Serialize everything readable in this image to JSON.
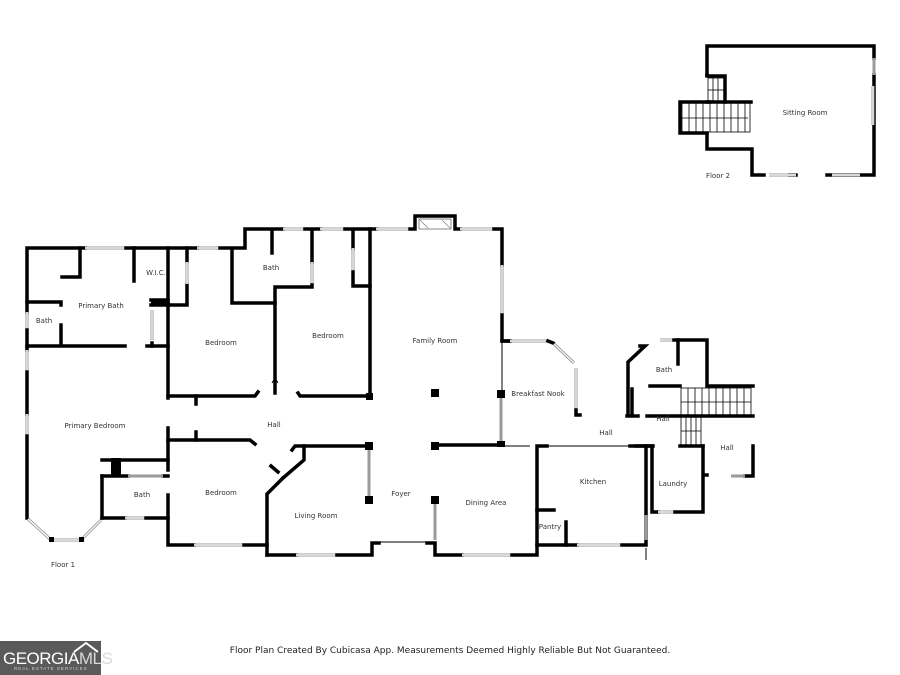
{
  "floor_plan": {
    "floors": [
      {
        "label": "Floor 1",
        "rooms": [
          {
            "name": "Primary Bath"
          },
          {
            "name": "W.I.C."
          },
          {
            "name": "Bath",
            "location": "left of primary bath"
          },
          {
            "name": "Primary Bedroom"
          },
          {
            "name": "Bath",
            "location": "below primary bedroom closet"
          },
          {
            "name": "Bedroom",
            "location": "upper middle left"
          },
          {
            "name": "Bath",
            "location": "between upper bedrooms"
          },
          {
            "name": "Bedroom",
            "location": "upper middle"
          },
          {
            "name": "Hall",
            "location": "center left"
          },
          {
            "name": "Bedroom",
            "location": "lower middle left"
          },
          {
            "name": "Living Room"
          },
          {
            "name": "Family Room"
          },
          {
            "name": "Foyer"
          },
          {
            "name": "Dining Area"
          },
          {
            "name": "Breakfast Nook"
          },
          {
            "name": "Hall",
            "location": "behind kitchen"
          },
          {
            "name": "Kitchen"
          },
          {
            "name": "Pantry"
          },
          {
            "name": "Bath",
            "location": "right wing"
          },
          {
            "name": "Hall",
            "location": "right wing stair"
          },
          {
            "name": "Hall",
            "location": "right wing outer"
          },
          {
            "name": "Laundry"
          }
        ]
      },
      {
        "label": "Floor 2",
        "rooms": [
          {
            "name": "Sitting Room"
          }
        ]
      }
    ]
  },
  "labels": {
    "primary_bath": "Primary Bath",
    "wic": "W.I.C.",
    "bath_left": "Bath",
    "primary_bedroom": "Primary Bedroom",
    "bath_lower": "Bath",
    "bedroom_1": "Bedroom",
    "bath_mid": "Bath",
    "bedroom_2": "Bedroom",
    "hall_center": "Hall",
    "bedroom_3": "Bedroom",
    "living_room": "Living Room",
    "family_room": "Family Room",
    "foyer": "Foyer",
    "dining_area": "Dining Area",
    "breakfast_nook": "Breakfast Nook",
    "hall_kitchen": "Hall",
    "kitchen": "Kitchen",
    "pantry": "Pantry",
    "bath_right": "Bath",
    "hall_stair": "Hall",
    "hall_outer": "Hall",
    "laundry": "Laundry",
    "sitting_room": "Sitting Room",
    "floor1": "Floor 1",
    "floor2": "Floor 2"
  },
  "footer": {
    "disclaimer": "Floor Plan Created By Cubicasa App. Measurements Deemed Highly Reliable But Not Guaranteed.",
    "logo_main": "GEORGIA",
    "logo_mls": "MLS",
    "logo_sub": "REAL ESTATE SERVICES"
  }
}
